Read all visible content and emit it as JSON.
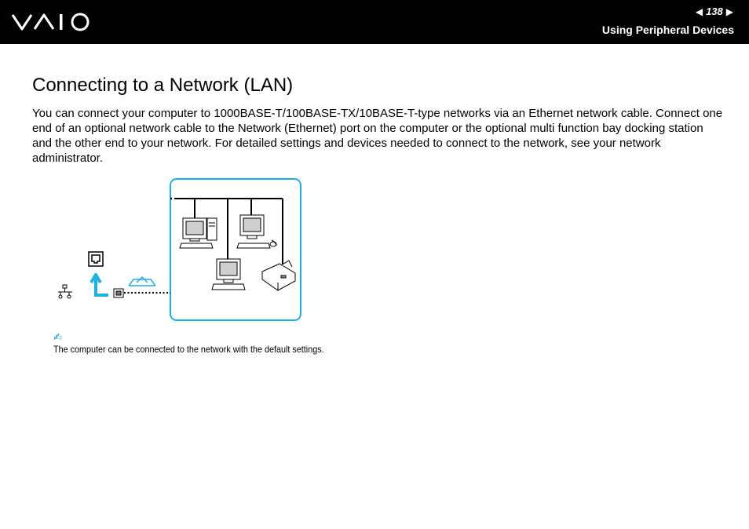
{
  "header": {
    "brand": "VAIO",
    "page_number": "138",
    "prev_icon": "triangle-left-icon",
    "next_icon": "triangle-right-icon",
    "section_title": "Using Peripheral Devices"
  },
  "main": {
    "title": "Connecting to a Network (LAN)",
    "body": "You can connect your computer to 1000BASE-T/100BASE-TX/10BASE-T-type networks via an Ethernet network cable. Connect one end of an optional network cable to the Network (Ethernet) port on the computer or the optional multi function bay docking station and the other end to your network. For detailed settings and devices needed to connect to the network, see your network administrator."
  },
  "diagram": {
    "frame_color": "#1ab0e8",
    "arrow_color": "#1ab0e8",
    "icons": [
      "network-port-icon",
      "lan-symbol-icon",
      "cable-connector-icon",
      "desktop-computer-icon",
      "printer-icon"
    ]
  },
  "note": {
    "icon": "pencil-note-icon",
    "text": "The computer can be connected to the network with the default settings."
  }
}
